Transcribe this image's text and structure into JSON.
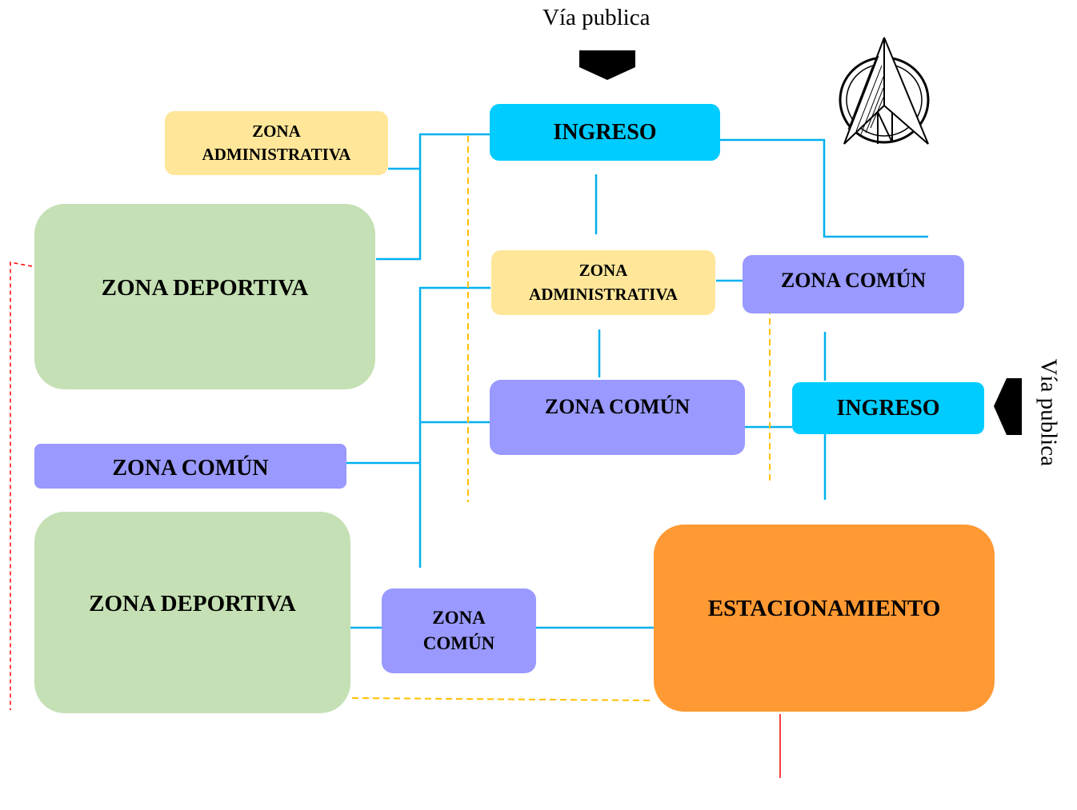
{
  "street": {
    "top_label": "Vía publica",
    "right_label": "Vía publica"
  },
  "colors": {
    "ingreso": "#00CCFF",
    "administrativa": "#FFE699",
    "deportiva": "#C5E0B4",
    "comun": "#9999FF",
    "estacionamiento": "#FF9933",
    "circulation_line": "#00B0F0",
    "service_line": "#FFC000",
    "limit_line": "#FF0000"
  },
  "zones": {
    "ingreso_top": "INGRESO",
    "ingreso_right": "INGRESO",
    "admin_top_left": "ZONA ADMINISTRATIVA",
    "admin_center": "ZONA ADMINISTRATIVA",
    "deportiva_top": "ZONA DEPORTIVA",
    "deportiva_bottom": "ZONA DEPORTIVA",
    "comun_right": "ZONA COMÚN",
    "comun_center": "ZONA COMÚN",
    "comun_left": "ZONA COMÚN",
    "comun_bottom": "ZONA COMÚN",
    "estacionamiento": "ESTACIONAMIENTO"
  },
  "icons": {
    "north_arrow": "north-arrow-icon",
    "top_entry_marker": "entry-arrow-down-icon",
    "right_entry_marker": "entry-arrow-left-icon"
  }
}
